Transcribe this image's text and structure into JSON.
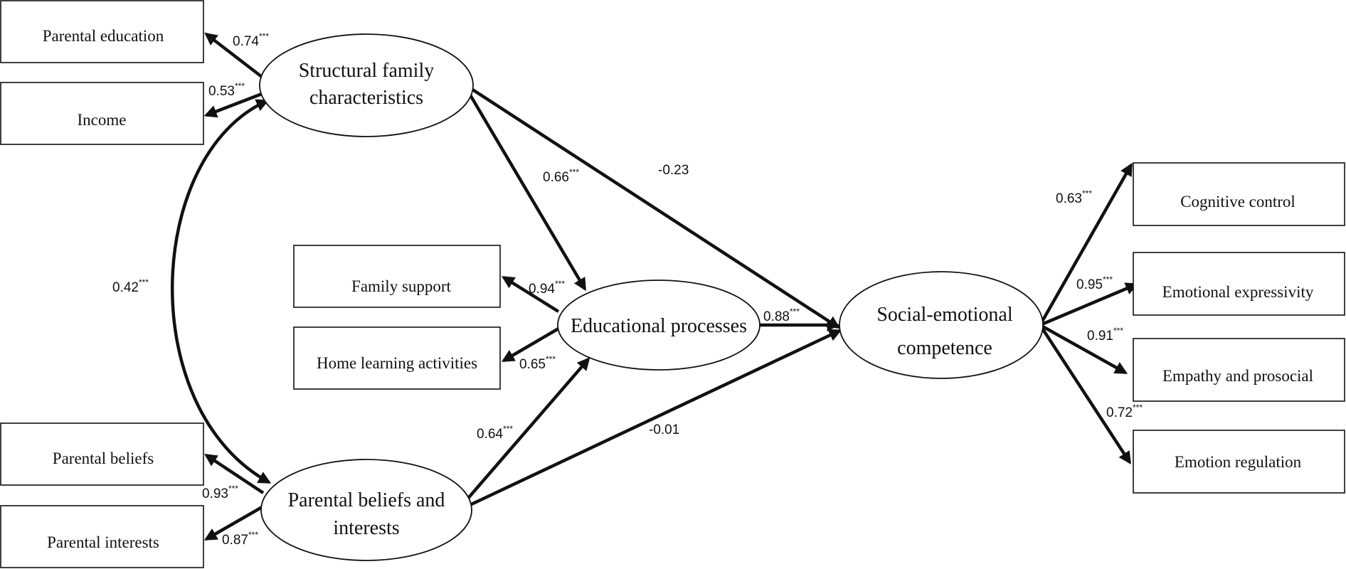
{
  "observed": {
    "parental_education": "Parental education",
    "income": "Income",
    "family_support": "Family support",
    "home_learning_activities": "Home learning activities",
    "parental_beliefs": "Parental beliefs",
    "parental_interests": "Parental interests",
    "cognitive_control": "Cognitive control",
    "emotional_expressivity": "Emotional expressivity",
    "empathy_prosocial": "Empathy and prosocial",
    "emotion_regulation": "Emotion regulation"
  },
  "latent": {
    "structural_line1": "Structural family",
    "structural_line2": "characteristics",
    "educational": "Educational processes",
    "beliefs_line1": "Parental beliefs and",
    "beliefs_line2": "interests",
    "sec_line1": "Social-emotional",
    "sec_line2": "competence"
  },
  "coefficients": {
    "parental_education": {
      "value": "0.74",
      "sig": "***"
    },
    "income": {
      "value": "0.53",
      "sig": "***"
    },
    "structural_beliefs_cov": {
      "value": "0.42",
      "sig": "***"
    },
    "structural_to_educational": {
      "value": "0.66",
      "sig": "***"
    },
    "structural_to_sec": {
      "value": "-0.23",
      "sig": ""
    },
    "family_support": {
      "value": "0.94",
      "sig": "***"
    },
    "home_learning": {
      "value": "0.65",
      "sig": "***"
    },
    "educational_to_sec": {
      "value": "0.88",
      "sig": "***"
    },
    "beliefs_to_educational": {
      "value": "0.64",
      "sig": "***"
    },
    "beliefs_to_sec": {
      "value": "-0.01",
      "sig": ""
    },
    "parental_beliefs": {
      "value": "0.93",
      "sig": "***"
    },
    "parental_interests": {
      "value": "0.87",
      "sig": "***"
    },
    "cognitive_control": {
      "value": "0.63",
      "sig": "***"
    },
    "emotional_expressivity": {
      "value": "0.95",
      "sig": "***"
    },
    "empathy_prosocial": {
      "value": "0.91",
      "sig": "***"
    },
    "emotion_regulation": {
      "value": "0.72",
      "sig": "***"
    }
  }
}
